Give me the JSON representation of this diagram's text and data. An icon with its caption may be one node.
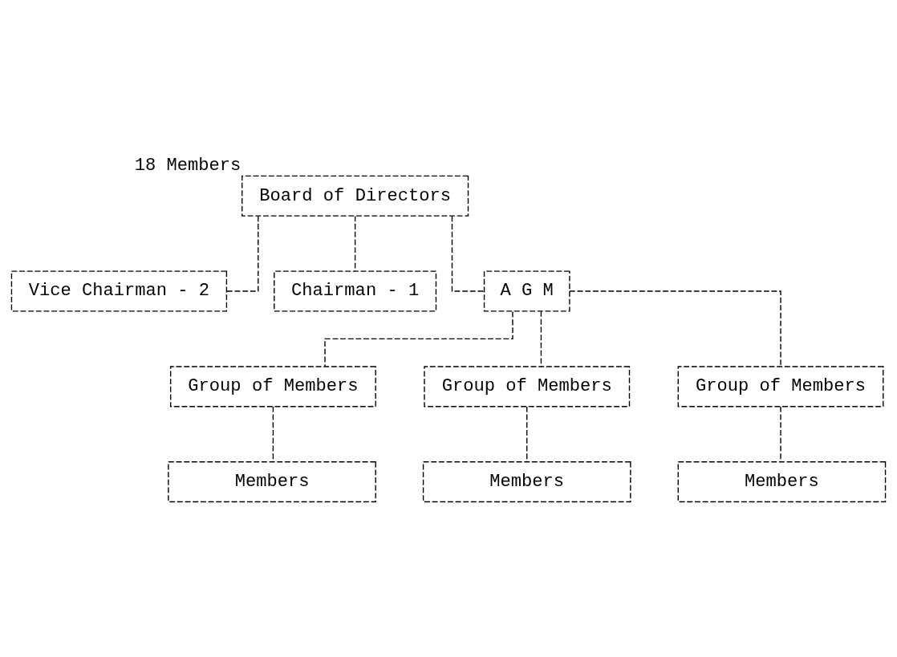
{
  "diagram": {
    "nodes": [
      {
        "text": [
          "Board of Directors"
        ],
        "beside": [
          "18 Members"
        ]
      },
      {
        "text": [
          "Vice Chairman - 2"
        ]
      },
      {
        "text": [
          "Chairman - 1"
        ]
      },
      {
        "text": [
          "A G M"
        ]
      },
      {
        "text": [
          "Group of Members"
        ]
      },
      {
        "text": [
          "Group of Members"
        ]
      },
      {
        "text": [
          "Group of Members"
        ]
      },
      {
        "text": [
          "Members"
        ]
      },
      {
        "text": [
          "Members"
        ]
      },
      {
        "text": [
          "Members"
        ]
      }
    ],
    "edges": [
      {
        "from": 0,
        "to": 1,
        "arrow": "none",
        "style": "dashed"
      },
      {
        "from": 0,
        "to": 3,
        "arrow": "none",
        "style": "dashed"
      },
      {
        "from": 0,
        "to": 2,
        "arrow": "none",
        "style": "dashed"
      },
      {
        "from": 3,
        "to": 4,
        "arrow": "none",
        "style": "dashed"
      },
      {
        "from": 3,
        "to": 5,
        "arrow": "none",
        "style": "dashed"
      },
      {
        "from": 3,
        "to": 6,
        "arrow": "none",
        "style": "dashed"
      },
      {
        "from": 4,
        "to": 7,
        "arrow": "none",
        "style": "dashed"
      },
      {
        "from": 5,
        "to": 8,
        "arrow": "none",
        "style": "dashed"
      },
      {
        "from": 6,
        "to": 9,
        "arrow": "none",
        "style": "dashed"
      }
    ]
  }
}
